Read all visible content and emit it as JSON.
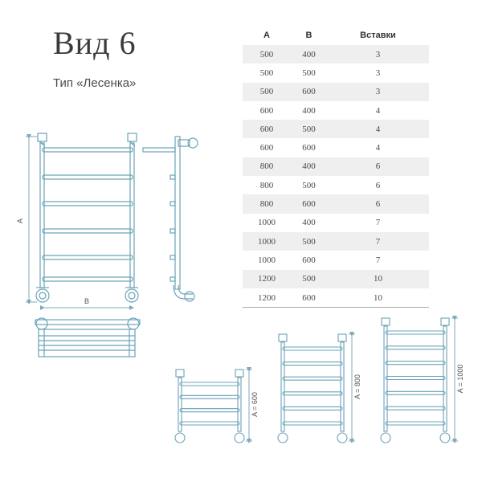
{
  "header": {
    "title": "Вид 6",
    "subtitle": "Тип «Лесенка»"
  },
  "table": {
    "columns": [
      "A",
      "B",
      "Вставки"
    ],
    "rows": [
      [
        "500",
        "400",
        "3"
      ],
      [
        "500",
        "500",
        "3"
      ],
      [
        "500",
        "600",
        "3"
      ],
      [
        "600",
        "400",
        "4"
      ],
      [
        "600",
        "500",
        "4"
      ],
      [
        "600",
        "600",
        "4"
      ],
      [
        "800",
        "400",
        "6"
      ],
      [
        "800",
        "500",
        "6"
      ],
      [
        "800",
        "600",
        "6"
      ],
      [
        "1000",
        "400",
        "7"
      ],
      [
        "1000",
        "500",
        "7"
      ],
      [
        "1000",
        "600",
        "7"
      ],
      [
        "1200",
        "500",
        "10"
      ],
      [
        "1200",
        "600",
        "10"
      ]
    ]
  },
  "drawing": {
    "dim_a": "A",
    "dim_b": "B",
    "variants": [
      {
        "label": "A = 600",
        "rungs": 4
      },
      {
        "label": "A = 800",
        "rungs": 6
      },
      {
        "label": "A = 1000",
        "rungs": 7
      }
    ]
  },
  "colors": {
    "line": "#6aa3b8",
    "dim": "#7fa9b8"
  }
}
